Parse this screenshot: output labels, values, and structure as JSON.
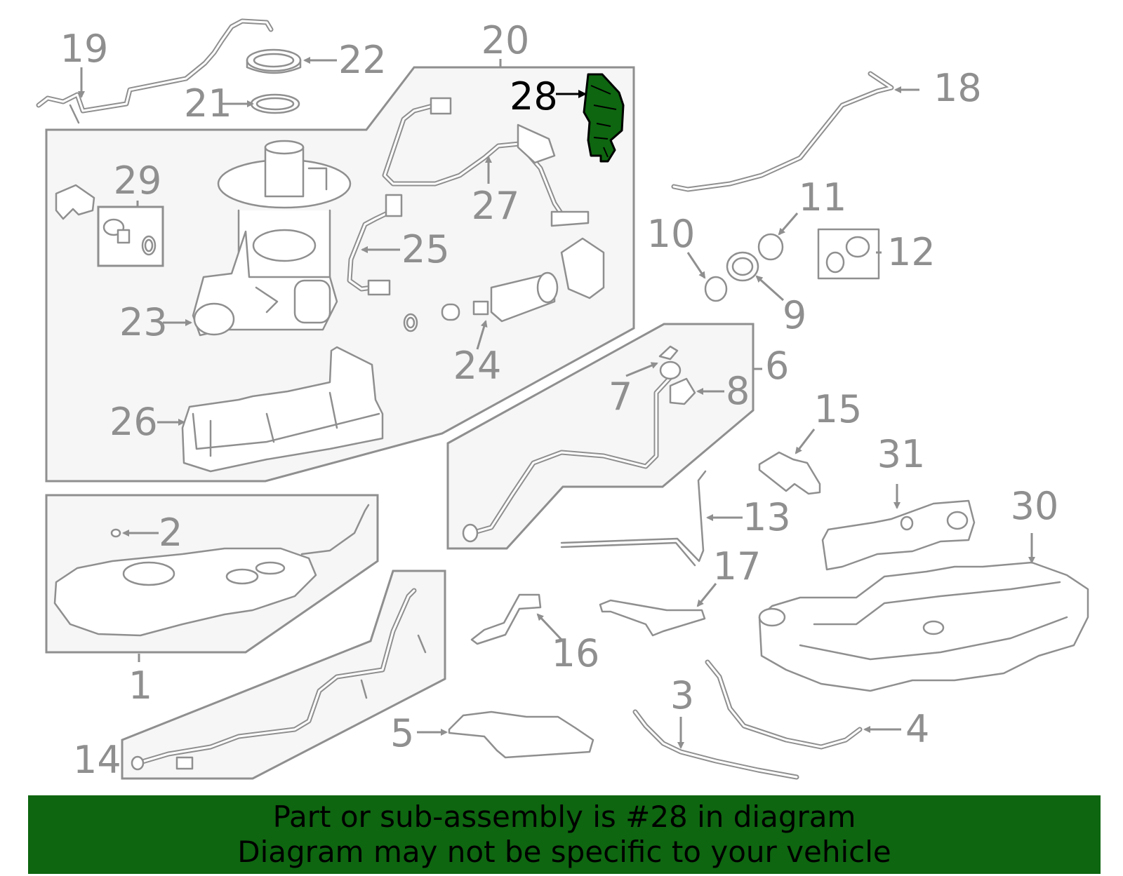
{
  "highlight_color": "#0e6610",
  "callouts": {
    "c1": "1",
    "c2": "2",
    "c3": "3",
    "c4": "4",
    "c5": "5",
    "c6": "6",
    "c7": "7",
    "c8": "8",
    "c9": "9",
    "c10": "10",
    "c11": "11",
    "c12": "12",
    "c13": "13",
    "c14": "14",
    "c15": "15",
    "c16": "16",
    "c17": "17",
    "c18": "18",
    "c19": "19",
    "c20": "20",
    "c21": "21",
    "c22": "22",
    "c23": "23",
    "c24": "24",
    "c25": "25",
    "c26": "26",
    "c27": "27",
    "c28": "28",
    "c29": "29",
    "c30": "30",
    "c31": "31"
  },
  "highlighted_part": "28",
  "banner": {
    "line1": "Part or sub-assembly is #28 in diagram",
    "line2": "Diagram may not be specific to your vehicle"
  }
}
